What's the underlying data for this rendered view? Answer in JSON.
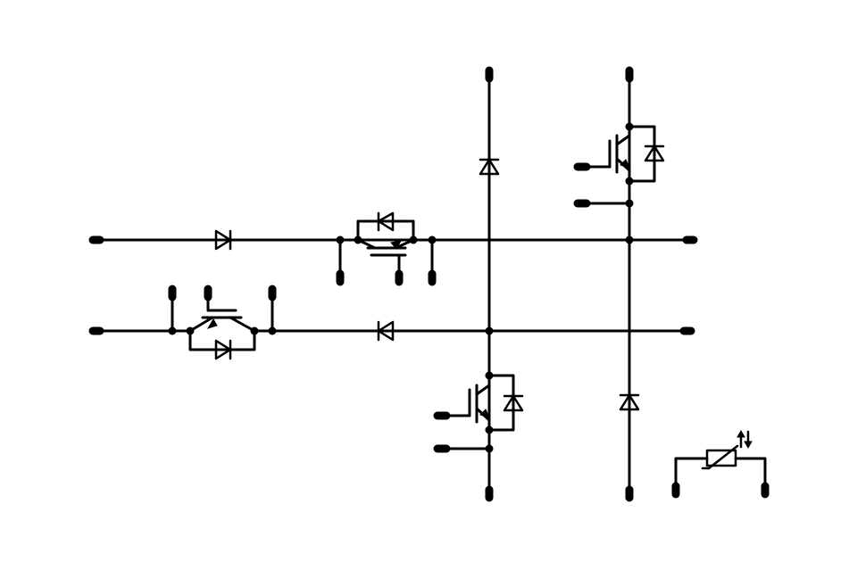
{
  "diagram": {
    "kind": "power-module-schematic",
    "line_color": "#000000",
    "background": "#ffffff",
    "components": [
      {
        "type": "diode",
        "location": "upper-bus-left"
      },
      {
        "type": "igbt-with-antiparallel-diode",
        "location": "upper-bus-middle"
      },
      {
        "type": "igbt-with-antiparallel-diode",
        "location": "lower-bus-left"
      },
      {
        "type": "diode",
        "location": "lower-bus-middle"
      },
      {
        "type": "diode",
        "location": "center-vertical-upper"
      },
      {
        "type": "igbt-with-antiparallel-diode",
        "location": "center-vertical-lower"
      },
      {
        "type": "igbt-with-antiparallel-diode",
        "location": "right-vertical-upper"
      },
      {
        "type": "diode",
        "location": "right-vertical-lower"
      },
      {
        "type": "ntc-thermistor",
        "location": "bottom-right"
      }
    ]
  }
}
